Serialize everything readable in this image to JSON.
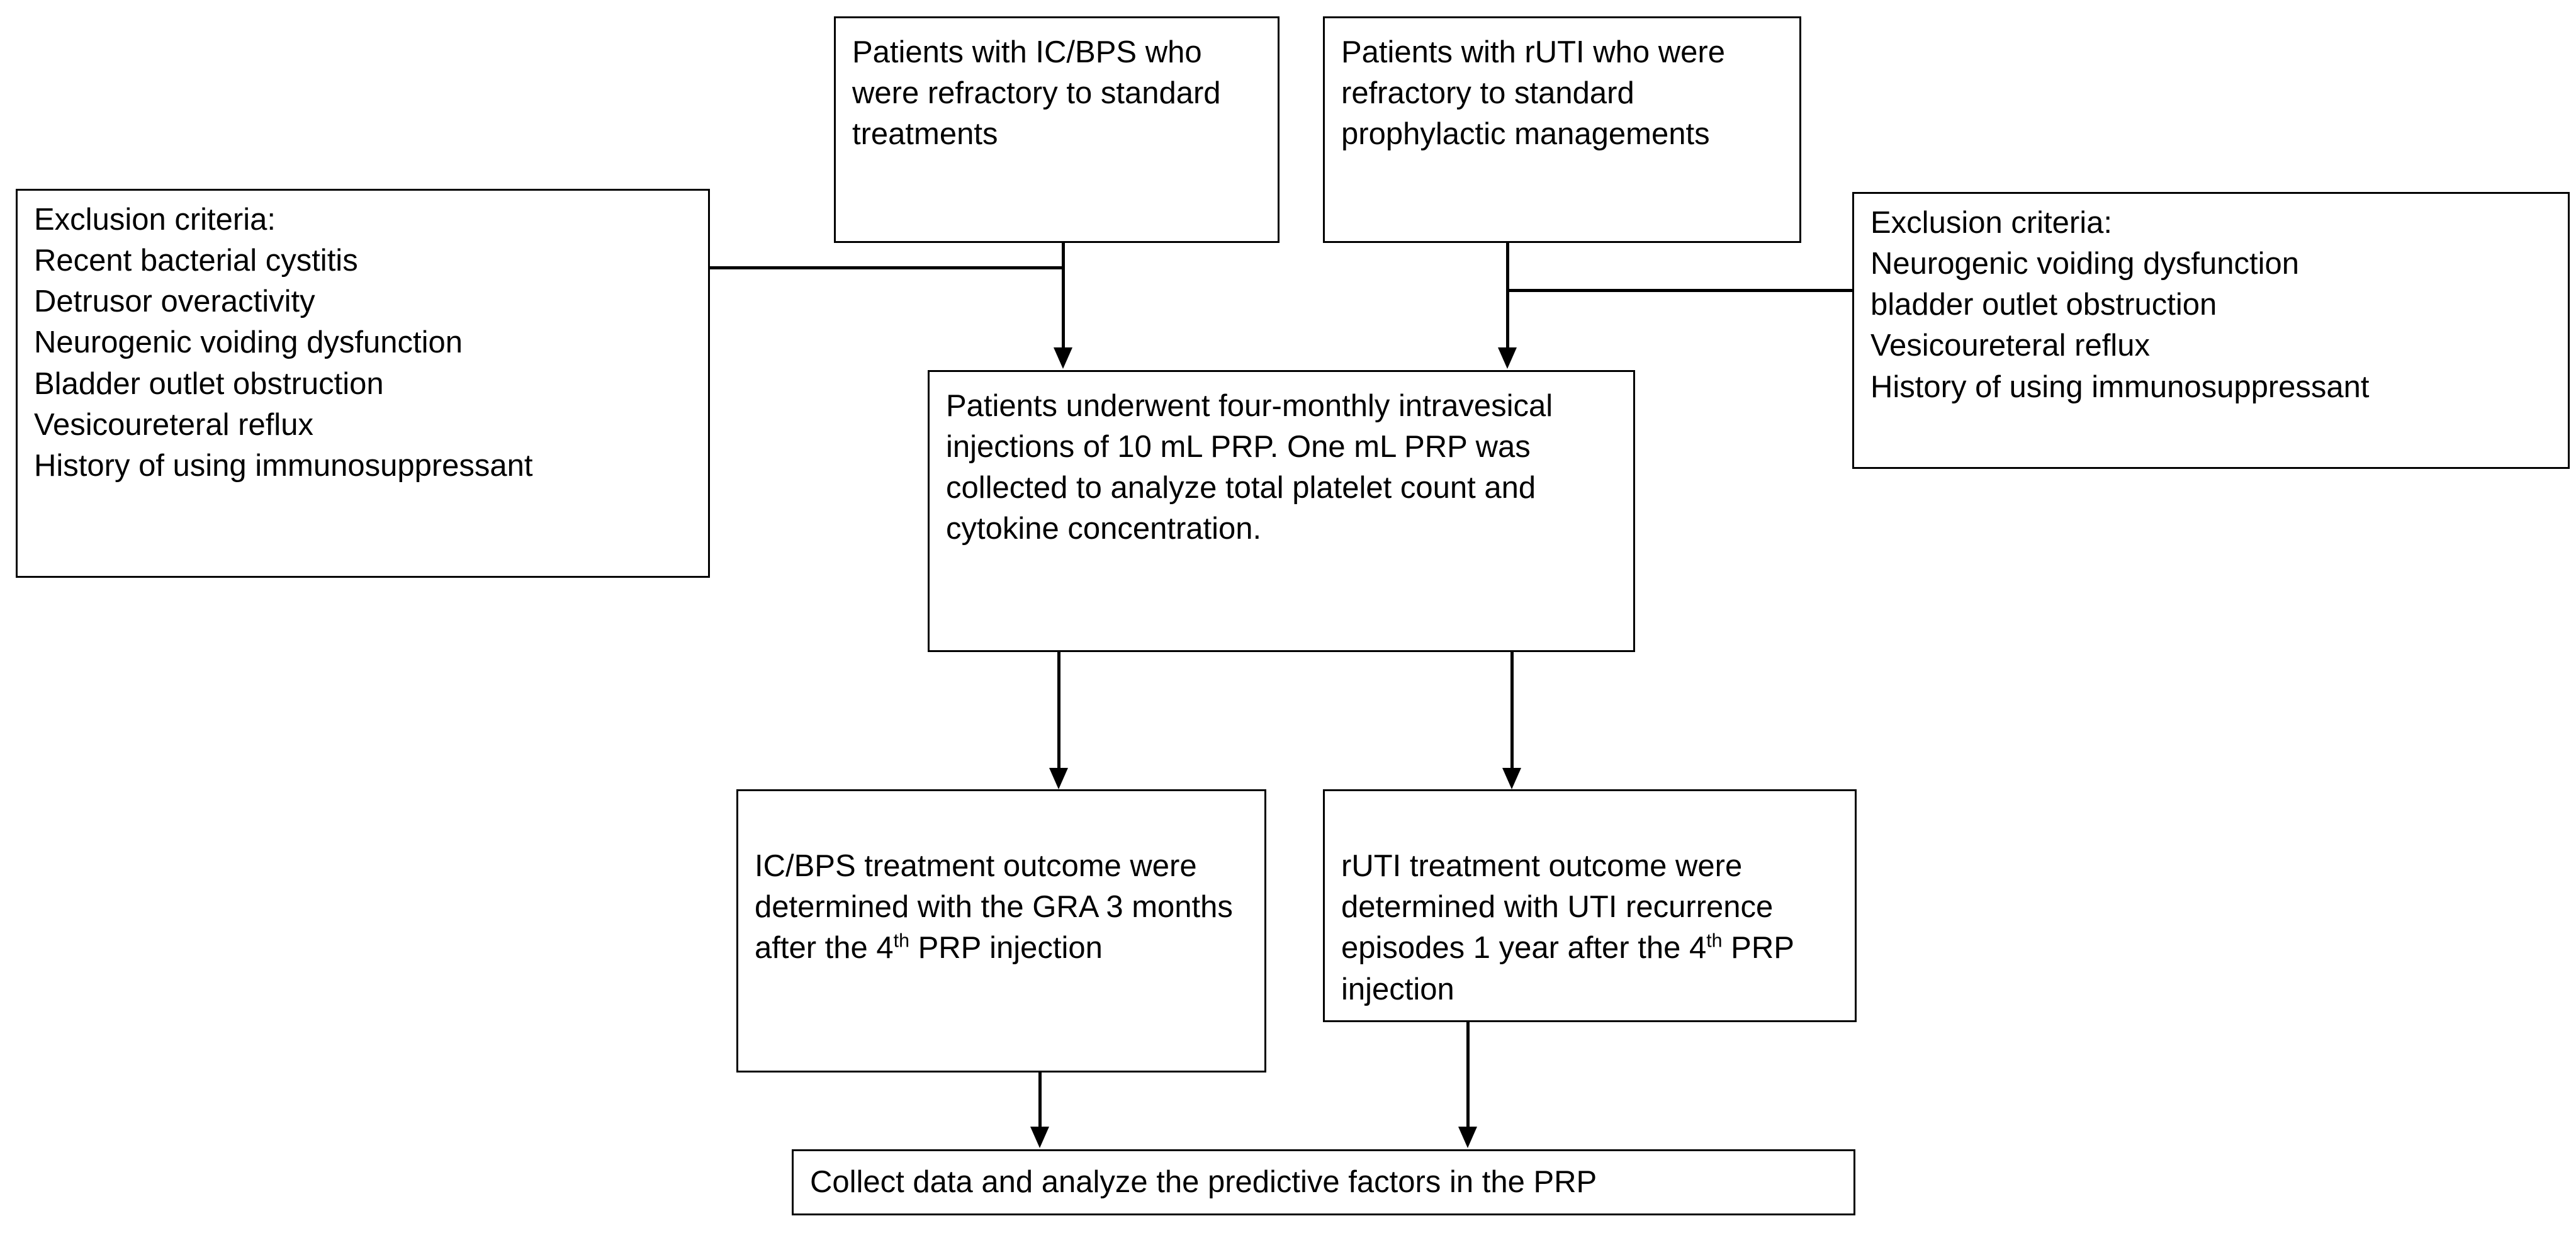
{
  "diagram": {
    "title": "PRP study flow diagram",
    "line_color": "#000000",
    "background_color": "#ffffff",
    "nodes": {
      "icbps_cohort": {
        "text": "Patients with IC/BPS who were refractory to standard treatments"
      },
      "ruti_cohort": {
        "text": "Patients with rUTI who were refractory to standard prophylactic managements"
      },
      "exclusion_left": {
        "heading": "Exclusion criteria:",
        "items": [
          "Recent bacterial cystitis",
          "Detrusor overactivity",
          "Neurogenic voiding dysfunction",
          "Bladder outlet obstruction",
          "Vesicoureteral reflux",
          "History of using immunosuppressant"
        ],
        "text": "Exclusion criteria:\nRecent bacterial cystitis\nDetrusor overactivity\nNeurogenic voiding dysfunction\nBladder outlet obstruction\nVesicoureteral reflux\nHistory of using immunosuppressant"
      },
      "exclusion_right": {
        "heading": "Exclusion criteria:",
        "items": [
          "Neurogenic voiding dysfunction",
          "bladder outlet obstruction",
          "Vesicoureteral reflux",
          "History of using immunosuppressant"
        ],
        "text": "Exclusion criteria:\nNeurogenic voiding dysfunction\nbladder outlet obstruction\nVesicoureteral reflux\nHistory of using immunosuppressant"
      },
      "intervention": {
        "text": "Patients underwent four-monthly intravesical injections of 10 mL PRP. One mL PRP was collected to analyze total platelet count and cytokine concentration."
      },
      "icbps_outcome": {
        "text_before_sup": "IC/BPS treatment outcome were determined with the GRA 3 months after the 4",
        "superscript": "th",
        "text_after_sup": " PRP injection"
      },
      "ruti_outcome": {
        "text_before_sup": "rUTI treatment outcome were determined with UTI recurrence episodes 1 year after the 4",
        "superscript": "th",
        "text_after_sup": " PRP injection"
      },
      "final": {
        "text": "Collect data and analyze the predictive factors in the PRP"
      }
    }
  }
}
